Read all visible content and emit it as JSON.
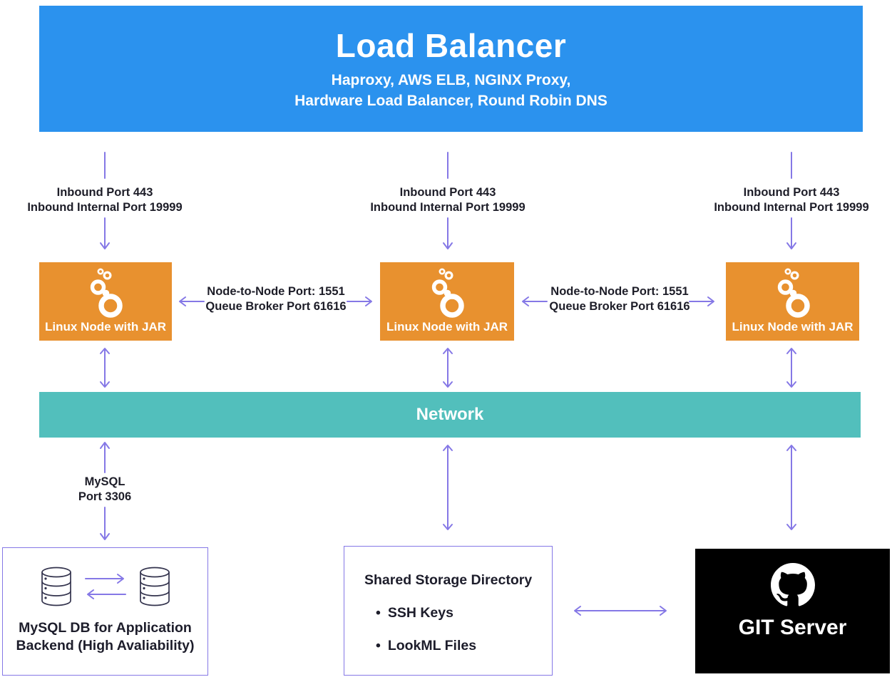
{
  "load_balancer": {
    "title": "Load Balancer",
    "subtitle_line1": "Haproxy, AWS ELB, NGINX Proxy,",
    "subtitle_line2": "Hardware Load Balancer, Round Robin DNS"
  },
  "inbound_label": {
    "line1": "Inbound Port 443",
    "line2": "Inbound Internal Port 19999"
  },
  "node": {
    "label": "Linux Node with JAR",
    "icon": "looker-logo-icon"
  },
  "node_link_label": {
    "line1": "Node-to-Node Port: 1551",
    "line2": "Queue Broker Port 61616"
  },
  "network": {
    "label": "Network"
  },
  "mysql_link_label": {
    "line1": "MySQL",
    "line2": "Port 3306"
  },
  "mysql_db": {
    "caption_line1": "MySQL DB for Application",
    "caption_line2": "Backend (High Avaliability)",
    "icon": "database-icon"
  },
  "shared_storage": {
    "title": "Shared Storage Directory",
    "bullet": "•",
    "items": [
      "SSH Keys",
      "LookML Files"
    ]
  },
  "git_server": {
    "label": "GIT Server",
    "icon": "github-icon"
  },
  "colors": {
    "load_balancer_blue": "#2B92EE",
    "node_orange": "#E8912F",
    "network_teal": "#52BFBC",
    "arrow_purple": "#8578E6",
    "git_black": "#000000",
    "text_dark": "#1D1D28"
  }
}
